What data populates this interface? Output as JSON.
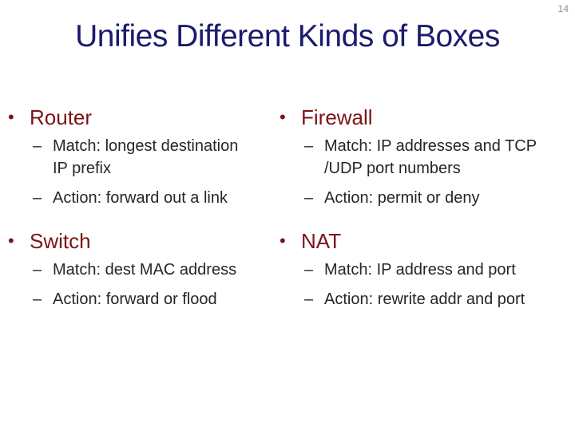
{
  "page_number": "14",
  "title": "Unifies Different Kinds of Boxes",
  "markers": {
    "bullet_glyph": "•",
    "dash_glyph": "–"
  },
  "colors": {
    "title_navy": "#1b1b6e",
    "heading_dark_red": "#7b1417",
    "body_text": "#262626",
    "page_number_gray": "#8c8c8c",
    "background": "#ffffff"
  },
  "columns": [
    {
      "sections": [
        {
          "heading": "Router",
          "items": [
            "Match: longest destination\nIP prefix",
            "Action: forward out a link"
          ]
        },
        {
          "heading": "Switch",
          "items": [
            "Match: dest MAC address",
            "Action: forward or flood"
          ]
        }
      ]
    },
    {
      "sections": [
        {
          "heading": "Firewall",
          "items": [
            "Match: IP addresses and TCP\n/UDP port numbers",
            "Action: permit or deny"
          ]
        },
        {
          "heading": "NAT",
          "items": [
            "Match: IP address and port",
            "Action: rewrite addr and port"
          ]
        }
      ]
    }
  ]
}
